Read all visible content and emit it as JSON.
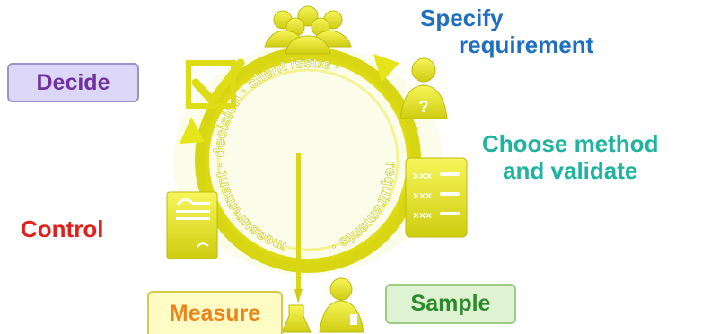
{
  "labels": {
    "decide": "Decide",
    "specify_line1": "Specify",
    "specify_line2": "requirement",
    "choose_line1": "Choose method",
    "choose_line2": "and validate",
    "control": "Control",
    "measure": "Measure",
    "sample": "Sample"
  },
  "ring_text": {
    "top": "decision · client issue ·",
    "right": "requirements ·",
    "left": "measurement ·"
  },
  "icons": [
    "group-icon",
    "person-question-icon",
    "checklist-icon",
    "scientist-icon",
    "flask-icon",
    "document-icon",
    "checkbox-icon"
  ],
  "colors": {
    "ring": "#e6e41a",
    "ring_dark": "#c9c80e",
    "decide": "#7030a0",
    "specify": "#1f6fbf",
    "choose": "#1fb3a0",
    "control": "#e0201b",
    "measure": "#e8861d",
    "sample": "#2c8a2c"
  }
}
